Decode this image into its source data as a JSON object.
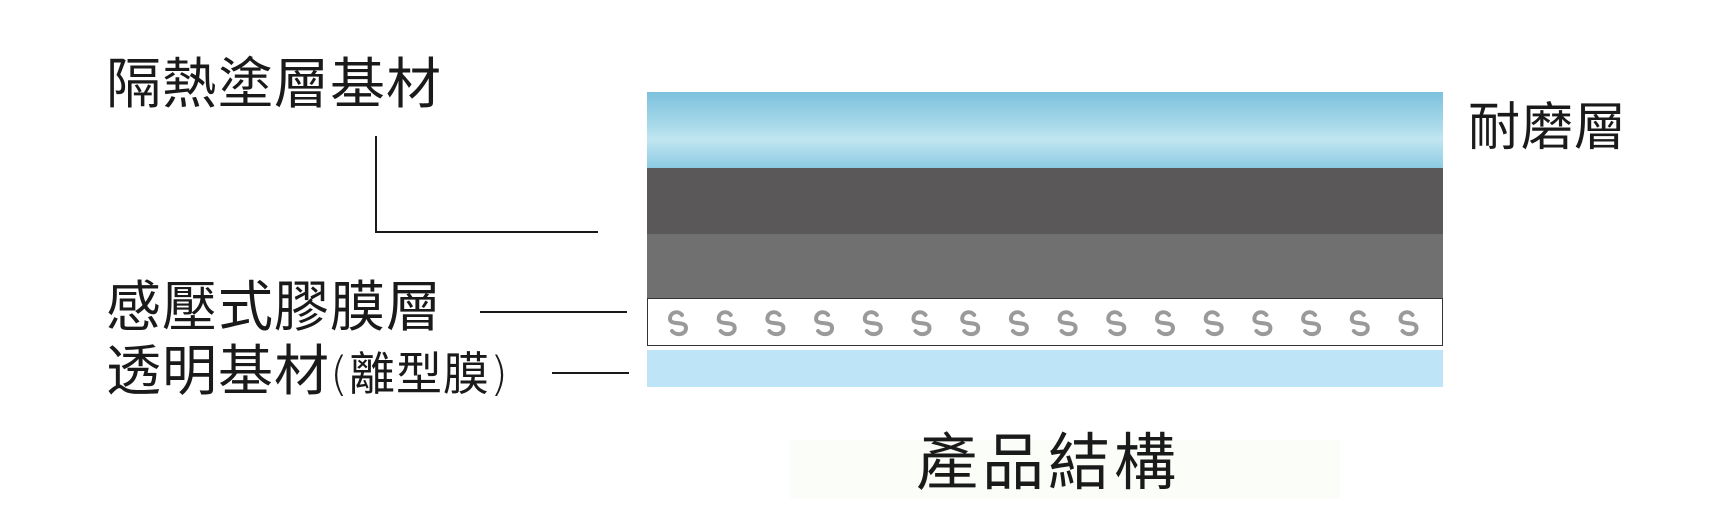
{
  "labels": {
    "thermal_substrate": "隔熱塗層基材",
    "abrasion_layer": "耐磨層",
    "adhesive_layer": "感壓式膠膜層",
    "transparent_substrate": "透明基材",
    "release_film": "(離型膜)",
    "title": "產品結構"
  },
  "colors": {
    "abrasion_top": "#7cc1dd",
    "abrasion_mid": "#c2e6f1",
    "dark_layer": "#5b5859",
    "mid_layer": "#717071",
    "adhesive_bg": "#ffffff",
    "adhesive_glyph": "#9a9a9a",
    "release_film": "#bde4f7",
    "text": "#1a1a1a"
  },
  "adhesive_pattern": {
    "glyph": "s-wave",
    "count": 16
  }
}
